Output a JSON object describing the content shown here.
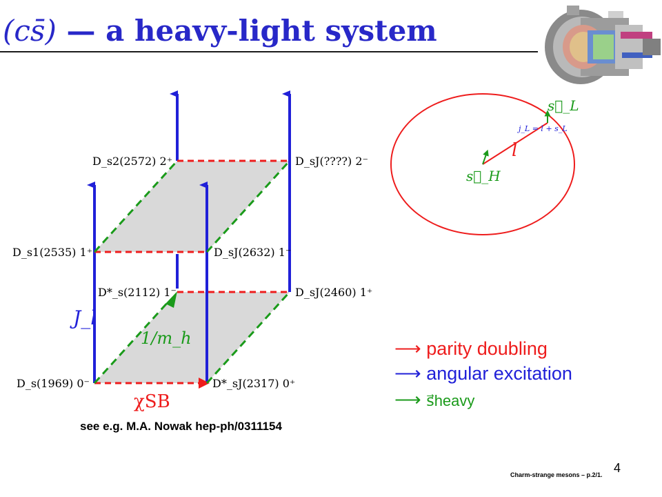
{
  "title": {
    "math_part": "(cs̄)",
    "text_part": " — a heavy-light system"
  },
  "diagram": {
    "levels": {
      "ds": "D_s(1969) 0⁻",
      "dsj_2317": "D*_sJ(2317) 0⁺",
      "ds_star": "D*_s(2112) 1⁻",
      "dsj_2460": "D_sJ(2460) 1⁺",
      "ds1": "D_s1(2535) 1⁺",
      "dsj_2632": "D_sJ(2632) 1⁻",
      "ds2": "D_s2(2572) 2⁺",
      "dsj_unknown": "D_sJ(????) 2⁻"
    },
    "axis_labels": {
      "jl": "J_l",
      "mass": "1/m_h",
      "chisb": "χSB"
    }
  },
  "inset": {
    "s_L": "s⃗_L",
    "s_H": "s⃗_H",
    "l": "l",
    "jl_eq": "j_L = l + s_L"
  },
  "legend": [
    {
      "arrow": "⟶",
      "text": "parity doubling",
      "color": "#ee1c1c"
    },
    {
      "arrow": "⟶",
      "text": "angular excitation",
      "color": "#2020d8"
    },
    {
      "arrow": "⟶",
      "text": "s⃗heavy",
      "color": "#1a9a1a"
    }
  ],
  "reference": "see e.g. M.A. Nowak hep-ph/0311154",
  "page_number": "4",
  "footer": "Charm-strange mesons – p.2/1.",
  "colors": {
    "title": "#2828c8",
    "blue": "#2020d8",
    "red": "#ee1c1c",
    "green": "#1a9a1a",
    "shade": "#d9d9d9"
  }
}
